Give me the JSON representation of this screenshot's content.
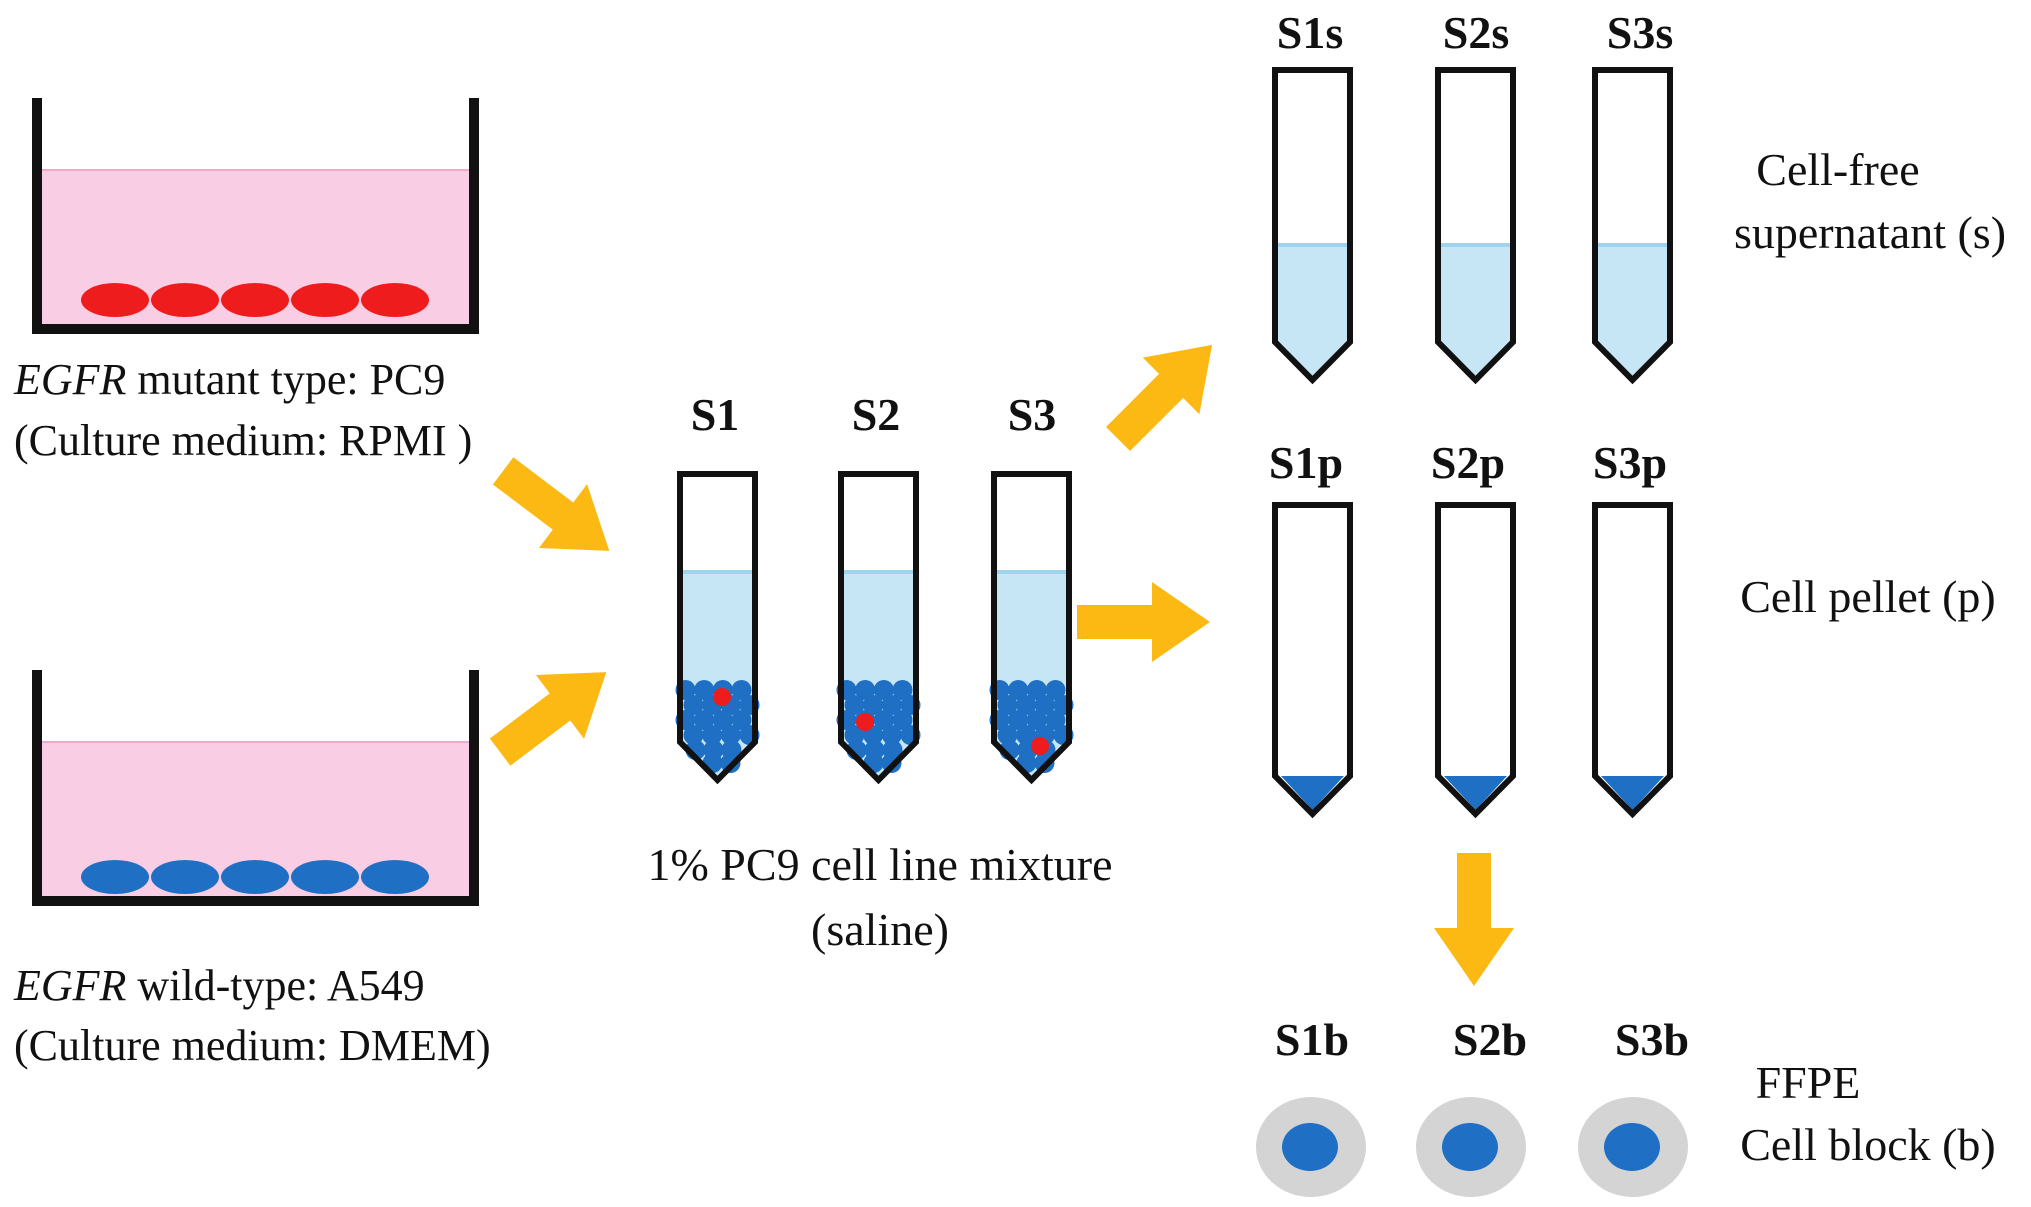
{
  "dishes": {
    "mutant": {
      "gene": "EGFR",
      "type_label": " mutant type: PC9",
      "medium_label": "(Culture medium: RPMI )",
      "cell_color": "#ee1c1c",
      "cell_count": 5
    },
    "wildtype": {
      "gene": "EGFR",
      "type_label": " wild-type: A549",
      "medium_label": "(Culture medium: DMEM)",
      "cell_color": "#1f6fc4",
      "cell_count": 5
    },
    "medium_color": "#f9cde3"
  },
  "mixture": {
    "tubes": [
      "S1",
      "S2",
      "S3"
    ],
    "caption_line1": "1% PC9 cell line mixture",
    "caption_line2": "(saline)"
  },
  "supernatant": {
    "tubes": [
      "S1s",
      "S2s",
      "S3s"
    ],
    "label_line1": "Cell-free",
    "label_line2": "supernatant (s)"
  },
  "pellet": {
    "tubes": [
      "S1p",
      "S2p",
      "S3p"
    ],
    "label": "Cell pellet (p)"
  },
  "cell_block": {
    "items": [
      "S1b",
      "S2b",
      "S3b"
    ],
    "label_line1": "FFPE",
    "label_line2": "Cell block (b)"
  },
  "colors": {
    "arrow": "#fdb913",
    "liquid": "#c6e6f6",
    "liquid_line": "#9fd3ee",
    "pellet": "#1f6fc4",
    "block_outer": "#d4d4d4",
    "block_inner": "#1f6fc4"
  }
}
